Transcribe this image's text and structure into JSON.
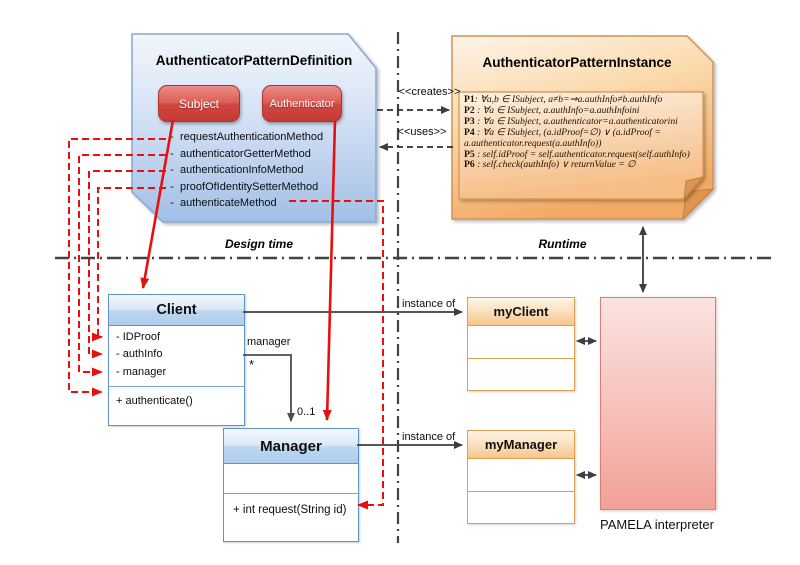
{
  "zones": {
    "design_time": "Design time",
    "runtime": "Runtime"
  },
  "definition": {
    "title": "AuthenticatorPatternDefinition",
    "subject_button": "Subject",
    "authenticator_button": "Authenticator",
    "bullet": "-",
    "methods": [
      "requestAuthenticationMethod",
      "authenticatorGetterMethod",
      "authenticationInfoMethod",
      "proofOfIdentitySetterMethod",
      "authenticateMethod"
    ]
  },
  "instance": {
    "title": "AuthenticatorPatternInstance",
    "specs": [
      {
        "label": "P1",
        "text": ": ∀a,b ∈ ISubject, a≠b=⇒a.authInfo≠b.authInfo"
      },
      {
        "label": "P2",
        "text": " : ∀a ∈ ISubject, a.authInfo=a.authInfoini"
      },
      {
        "label": "P3",
        "text": " : ∀a ∈ ISubject, a.authenticator=a.authenticatorini"
      },
      {
        "label": "P4",
        "text": " : ∀a ∈ ISubject, (a.idProof=∅) ∨ (a.idProof = a.authenticator.request(a.authInfo))"
      },
      {
        "label": "P5",
        "text": " : self.idProof = self.authenticator.request(self.authInfo)"
      },
      {
        "label": "P6",
        "text": " : self.check(authInfo) ∨ returnValue = ∅"
      }
    ]
  },
  "stereotypes": {
    "creates": "<<creates>>",
    "uses": "<<uses>>"
  },
  "client": {
    "name": "Client",
    "attributes": [
      "- IDProof",
      "- authInfo",
      "- manager"
    ],
    "method": "+ authenticate()"
  },
  "manager": {
    "name": "Manager",
    "method": "+ int request(String id)"
  },
  "my_client": {
    "name": "myClient"
  },
  "my_manager": {
    "name": "myManager"
  },
  "pamela": {
    "label": "PAMELA interpreter"
  },
  "relations": {
    "instance_of_client": "instance of",
    "instance_of_manager": "instance of",
    "manager_role": "manager",
    "star": "*",
    "multiplicity": "0..1"
  },
  "colors": {
    "red_connector": "#e8100c",
    "blue_shape_border": "#8aa8cf",
    "orange_shape_border": "#cf9352",
    "divider_gray": "#424242"
  }
}
